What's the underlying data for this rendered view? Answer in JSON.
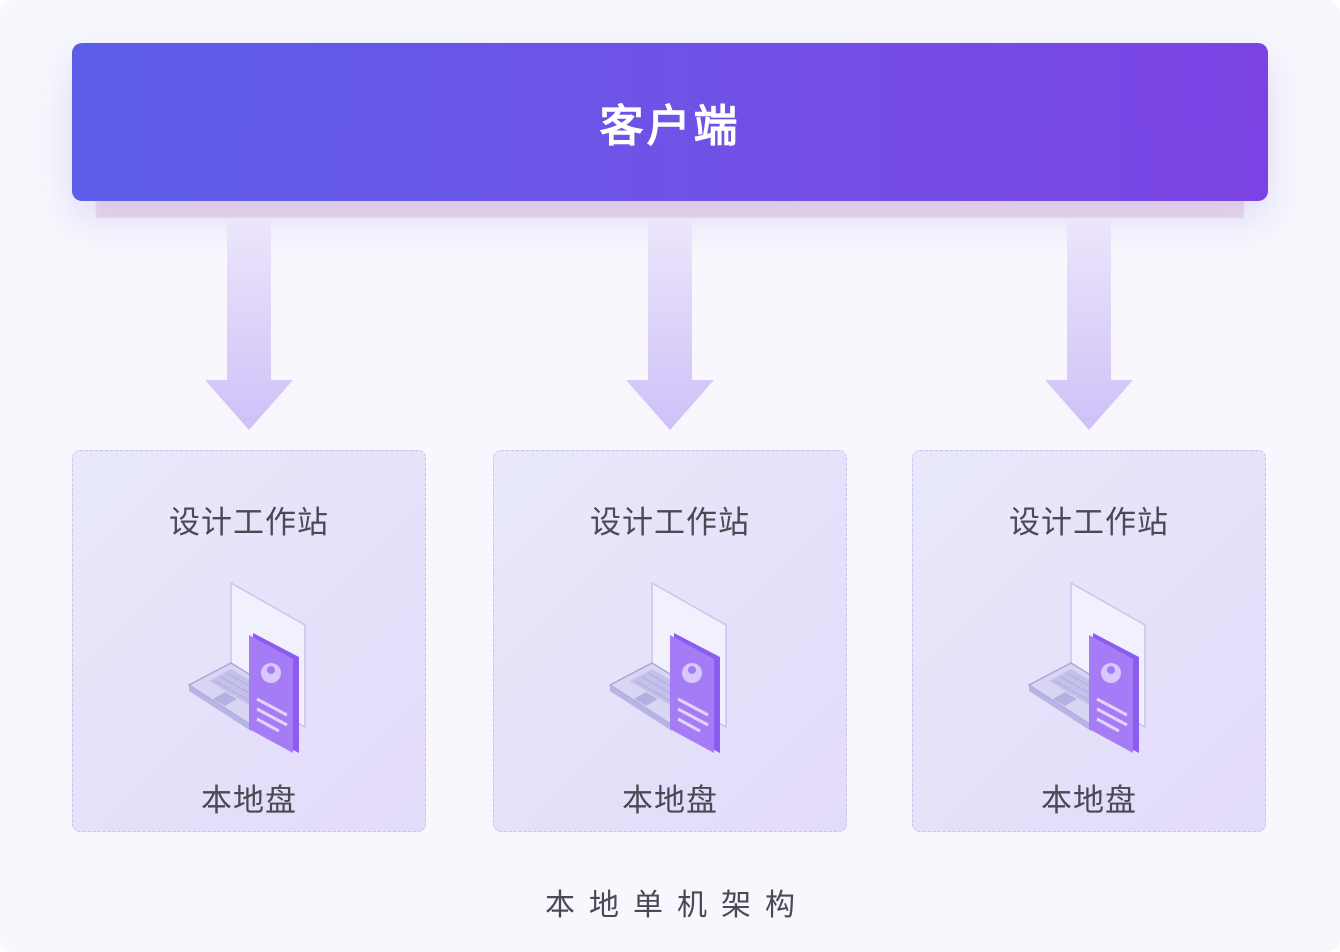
{
  "client": {
    "label": "客户端"
  },
  "stations": [
    {
      "title": "设计工作站",
      "storage": "本地盘",
      "icon": "laptop-with-id-card-icon"
    },
    {
      "title": "设计工作站",
      "storage": "本地盘",
      "icon": "laptop-with-id-card-icon"
    },
    {
      "title": "设计工作站",
      "storage": "本地盘",
      "icon": "laptop-with-id-card-icon"
    }
  ],
  "caption": "本地单机架构",
  "colors": {
    "client_gradient_start": "#5c5ee8",
    "client_gradient_end": "#7b43e3",
    "arrow": "#d4c8f8",
    "station_border": "#c9c2f0",
    "text": "#4a4a55"
  }
}
